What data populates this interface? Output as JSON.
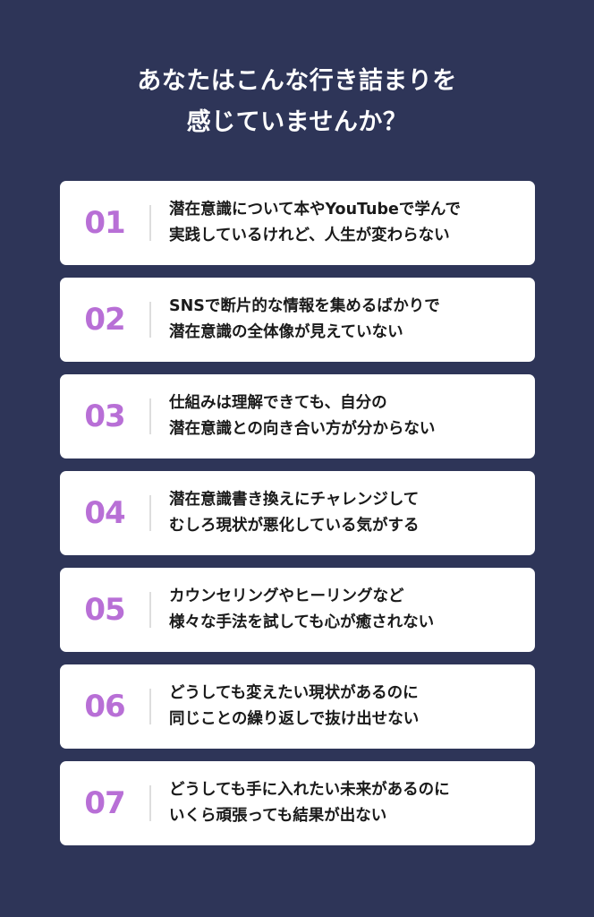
{
  "title": {
    "line1": "あなたはこんな行き詰まりを",
    "line2": "感じていませんか？"
  },
  "accent_color": "#b86fd6",
  "items": [
    {
      "num": "01",
      "line1": "潜在意識について本やYouTubeで学んで",
      "line2": "実践しているけれど、人生が変わらない"
    },
    {
      "num": "02",
      "line1": "SNSで断片的な情報を集めるばかりで",
      "line2": "潜在意識の全体像が見えていない"
    },
    {
      "num": "03",
      "line1": "仕組みは理解できても、自分の",
      "line2": "潜在意識との向き合い方が分からない"
    },
    {
      "num": "04",
      "line1": "潜在意識書き換えにチャレンジして",
      "line2": "むしろ現状が悪化している気がする"
    },
    {
      "num": "05",
      "line1": "カウンセリングやヒーリングなど",
      "line2": "様々な手法を試しても心が癒されない"
    },
    {
      "num": "06",
      "line1": "どうしても変えたい現状があるのに",
      "line2": "同じことの繰り返しで抜け出せない"
    },
    {
      "num": "07",
      "line1": "どうしても手に入れたい未来があるのに",
      "line2": "いくら頑張っても結果が出ない"
    }
  ]
}
